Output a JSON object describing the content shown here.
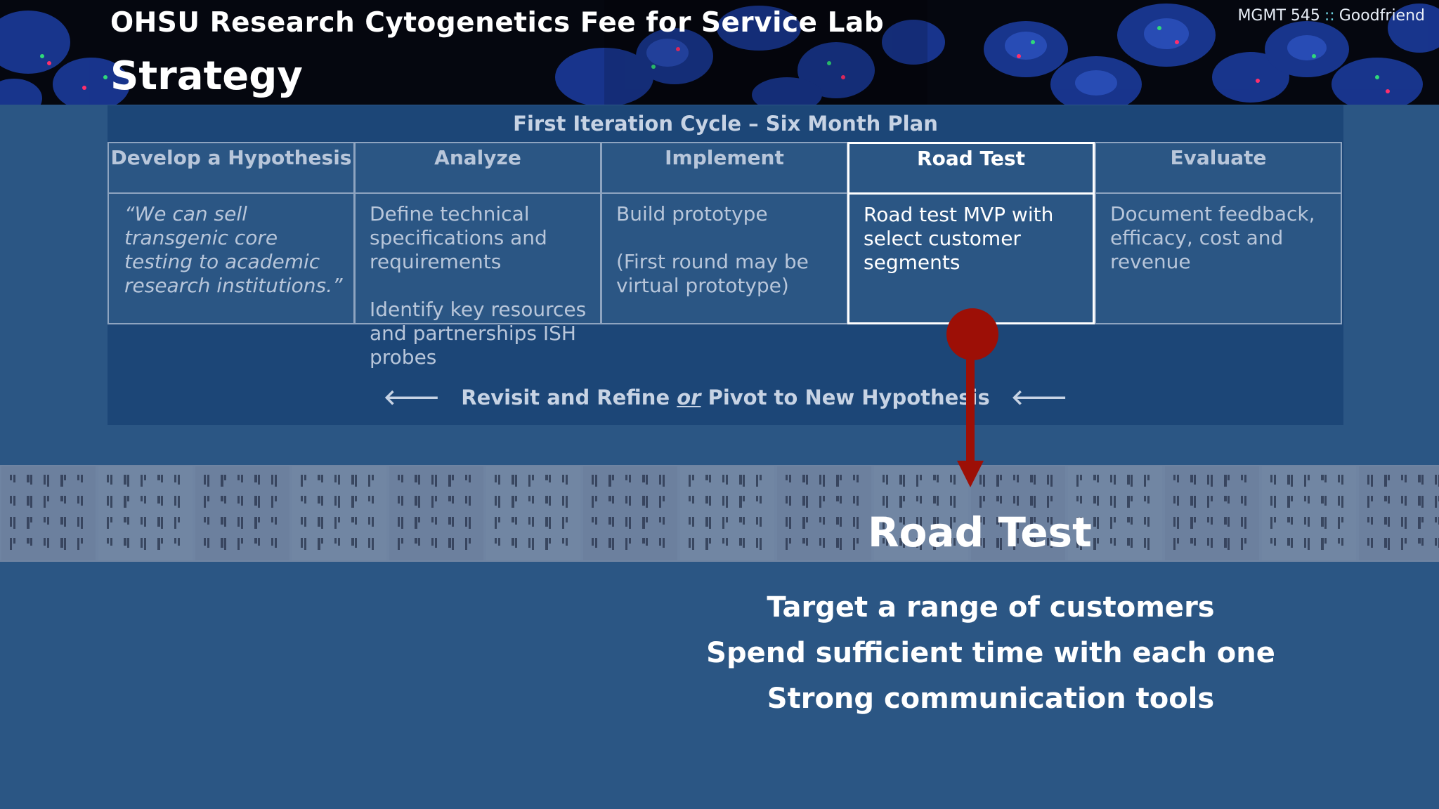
{
  "header": {
    "org_title": "OHSU Research Cytogenetics Fee for Service Lab",
    "page_title": "Strategy",
    "course": "MGMT 545",
    "course_separator": "::",
    "author": "Goodfriend"
  },
  "cycle": {
    "title": "First Iteration Cycle – Six Month Plan",
    "columns": [
      {
        "title": "Develop a Hypothesis",
        "body": "“We can sell transgenic core testing to academic research institutions.”"
      },
      {
        "title": "Analyze",
        "body": "Define technical specifications and requirements\n\nIdentify key resources and partnerships ISH probes"
      },
      {
        "title": "Implement",
        "body": "Build prototype\n\n(First round may be virtual prototype)"
      },
      {
        "title": "Road Test",
        "body": "Road test MVP with select customer segments"
      },
      {
        "title": "Evaluate",
        "body": "Document feedback, efficacy, cost and revenue"
      }
    ],
    "footer_pre": "Revisit and Refine",
    "footer_or": "or",
    "footer_post": "Pivot to New Hypothesis",
    "arrow_glyph": "🡐"
  },
  "detail": {
    "title": "Road Test",
    "bullets": [
      "Target a range of customers",
      "Spend sufficient time with each one",
      "Strong communication tools"
    ]
  },
  "colors": {
    "background": "#2b5684",
    "table_band": "#1c4677",
    "marker": "#9d0f06"
  }
}
